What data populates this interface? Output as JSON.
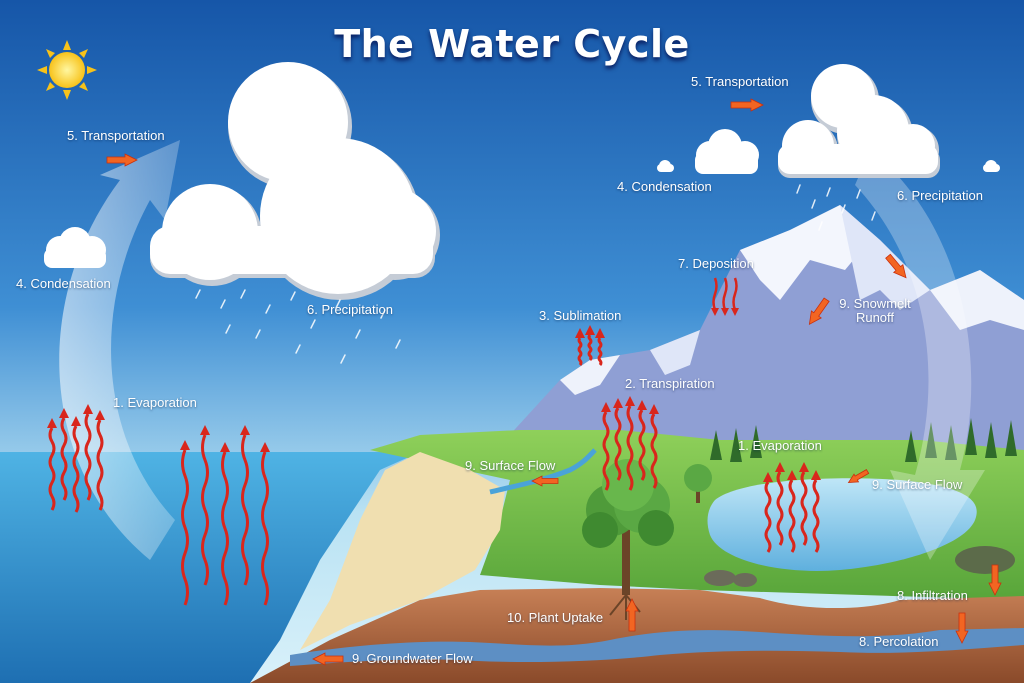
{
  "title": "The Water Cycle",
  "colors": {
    "sky_top": "#1a5fb0",
    "sky_bottom": "#a8d8ef",
    "ocean": "#2a8ccc",
    "land": "#7cc24a",
    "soil": "#b06a42",
    "mountain": "#8f9fd4",
    "arrow_red": "#d9261c",
    "arrow_orange": "#f26522"
  },
  "labels": {
    "transportation_left": "5. Transportation",
    "condensation_left": "4. Condensation",
    "precipitation_left": "6. Precipitation",
    "evaporation_left": "1. Evaporation",
    "transportation_right": "5. Transportation",
    "condensation_right": "4. Condensation",
    "precipitation_right": "6. Precipitation",
    "deposition": "7. Deposition",
    "sublimation": "3. Sublimation",
    "snowmelt_line1": "9. Snowmelt",
    "snowmelt_line2": "Runoff",
    "transpiration": "2. Transpiration",
    "evaporation_lake": "1. Evaporation",
    "surface_flow_left": "9. Surface Flow",
    "surface_flow_right": "9. Surface Flow",
    "infiltration": "8. Infiltration",
    "plant_uptake": "10. Plant Uptake",
    "percolation": "8. Percolation",
    "groundwater_flow": "9. Groundwater Flow"
  },
  "icons": [
    "sun-icon",
    "cloud-icon",
    "rain-icon",
    "arrow-icon",
    "wavy-arrow-icon",
    "tree-icon",
    "mountain-icon"
  ]
}
